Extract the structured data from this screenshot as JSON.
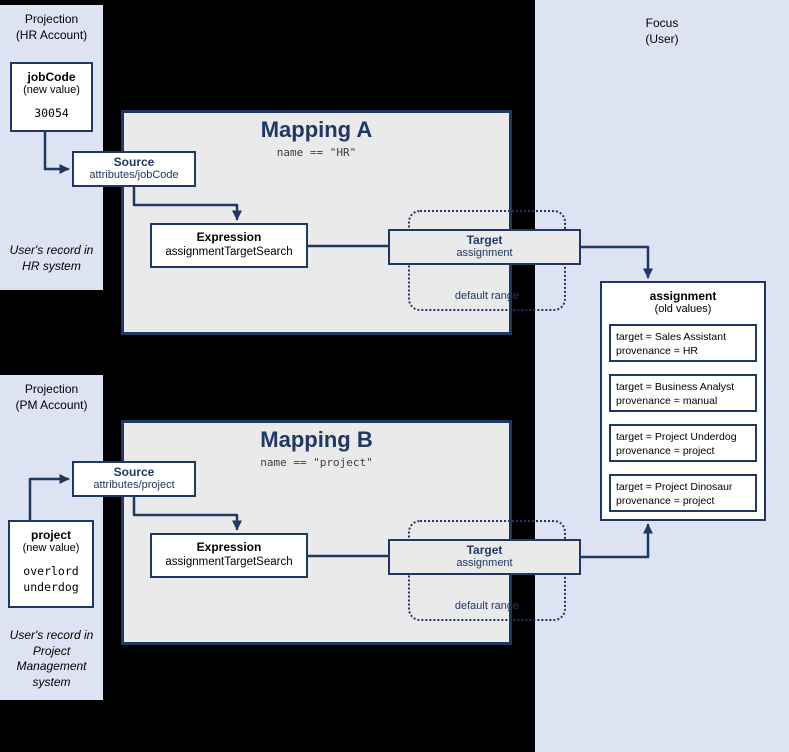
{
  "colors": {
    "accent_blue": "#1f3864",
    "panel_bg": "#dde3f2",
    "mapping_bg": "#eaeaea",
    "page_bg": "#000000"
  },
  "projection_hr": {
    "title": "Projection\n(HR Account)",
    "footnote": "User's record in HR system",
    "attribute": {
      "name": "jobCode",
      "note": "(new value)",
      "value": "30054"
    }
  },
  "mapping_a": {
    "title": "Mapping A",
    "condition": "name == \"HR\"",
    "source": {
      "label": "Source",
      "path": "attributes/jobCode"
    },
    "expression": {
      "label": "Expression",
      "value": "assignmentTargetSearch"
    },
    "target": {
      "label": "Target",
      "value": "assignment"
    },
    "range_label": "default range"
  },
  "projection_pm": {
    "title": "Projection\n(PM Account)",
    "footnote": "User's record in Project Management system",
    "attribute": {
      "name": "project",
      "note": "(new value)",
      "value": "overlord\nunderdog"
    }
  },
  "mapping_b": {
    "title": "Mapping B",
    "condition": "name == \"project\"",
    "source": {
      "label": "Source",
      "path": "attributes/project"
    },
    "expression": {
      "label": "Expression",
      "value": "assignmentTargetSearch"
    },
    "target": {
      "label": "Target",
      "value": "assignment"
    },
    "range_label": "default range"
  },
  "focus": {
    "title": "Focus\n(User)",
    "assignment": {
      "name": "assignment",
      "note": "(old values)",
      "items": [
        {
          "line1": "target = Sales Assistant",
          "line2": "provenance = HR"
        },
        {
          "line1": "target = Business Analyst",
          "line2": "provenance = manual"
        },
        {
          "line1": "target = Project Underdog",
          "line2": "provenance = project"
        },
        {
          "line1": "target = Project Dinosaur",
          "line2": "provenance = project"
        }
      ]
    }
  }
}
